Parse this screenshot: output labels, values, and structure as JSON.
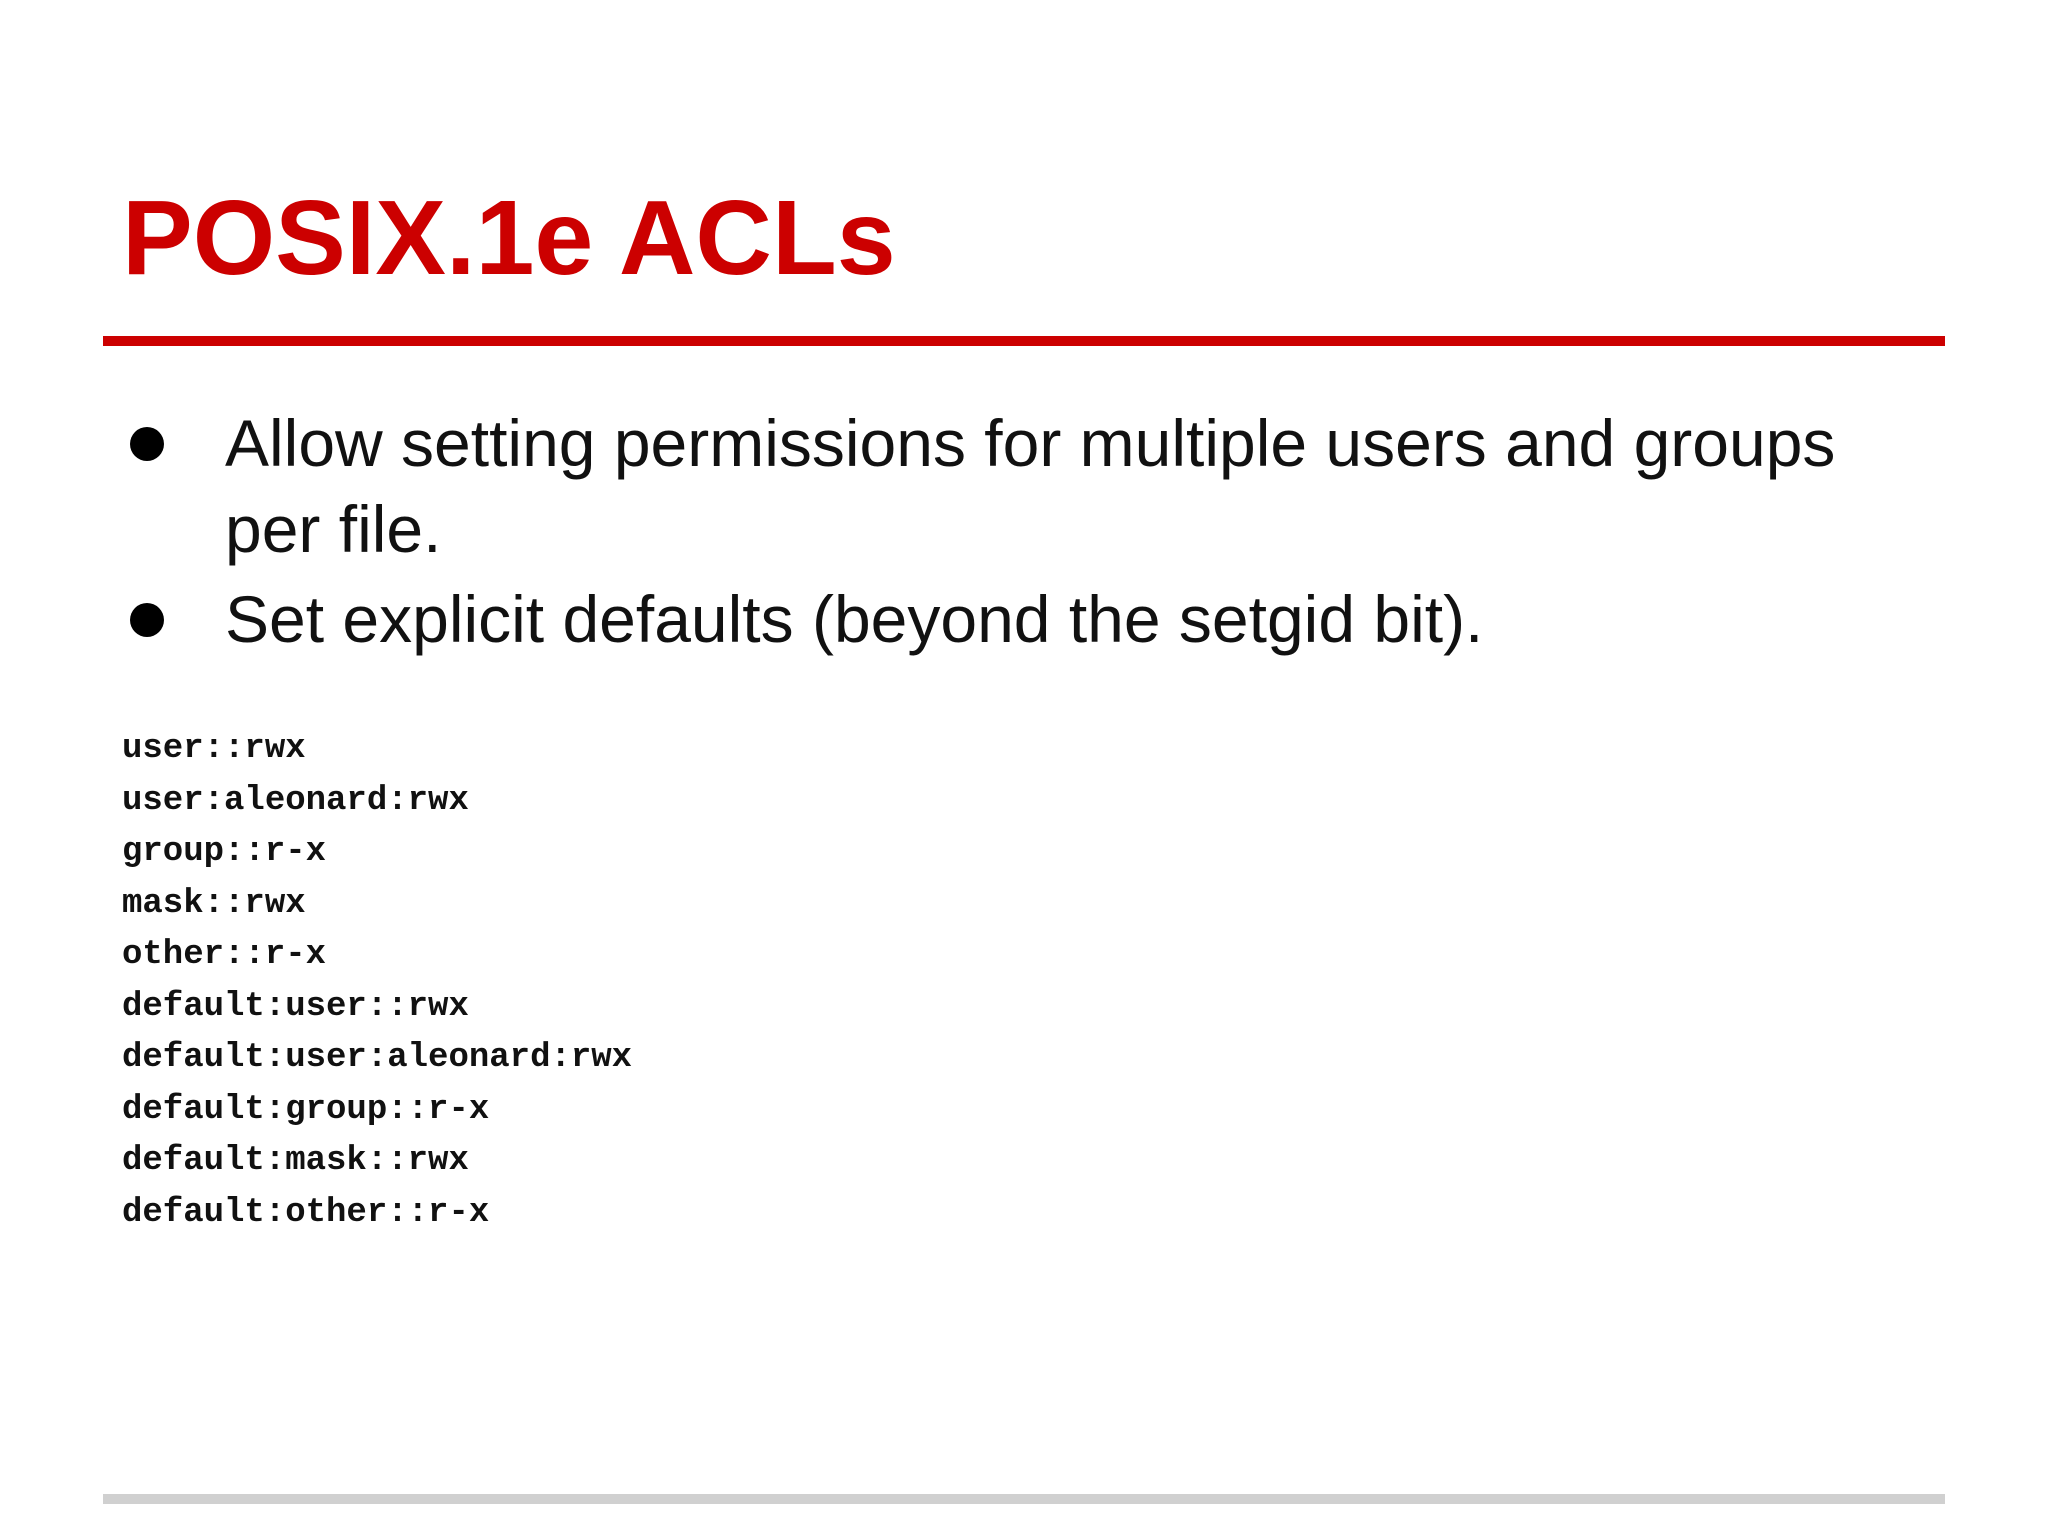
{
  "slide": {
    "title": "POSIX.1e ACLs",
    "bullets": [
      "Allow setting permissions for multiple users and groups per file.",
      "Set explicit defaults (beyond the setgid bit)."
    ],
    "acl_lines": [
      "user::rwx",
      "user:aleonard:rwx",
      "group::r-x",
      "mask::rwx",
      "other::r-x",
      "default:user::rwx",
      "default:user:aleonard:rwx",
      "default:group::r-x",
      "default:mask::rwx",
      "default:other::r-x"
    ]
  },
  "colors": {
    "title": "#cc0000",
    "title_rule": "#cc0000",
    "footer_rule": "#d0d0d0",
    "text": "#111111"
  }
}
